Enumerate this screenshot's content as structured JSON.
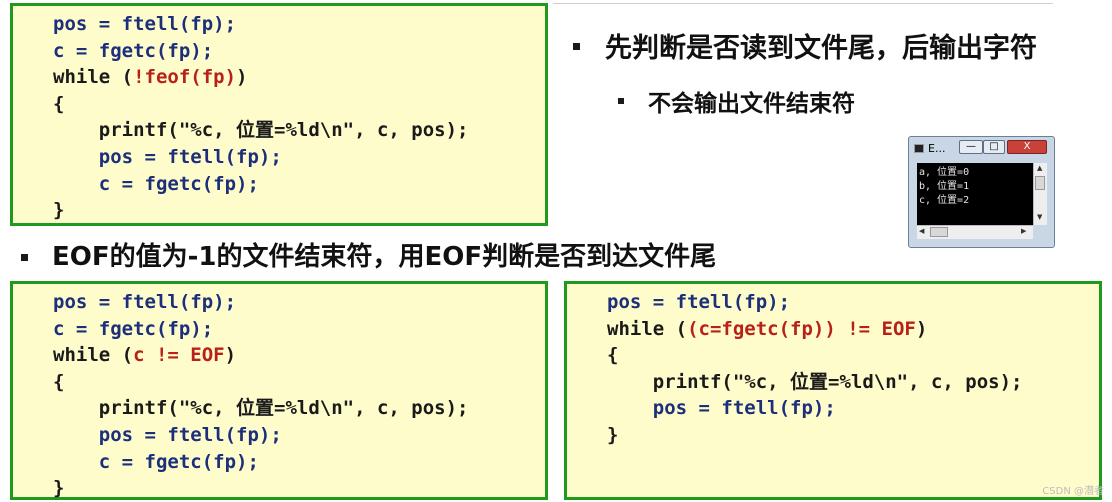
{
  "box1": {
    "lines": [
      [
        {
          "t": "pos = ftell(fp);",
          "c": "blue"
        }
      ],
      [
        {
          "t": "c = fgetc(fp);",
          "c": "blue"
        }
      ],
      [
        {
          "t": "while (",
          "c": "blk"
        },
        {
          "t": "!feof(fp)",
          "c": "red"
        },
        {
          "t": ")",
          "c": "blk"
        }
      ],
      [
        {
          "t": "{",
          "c": "blk"
        }
      ],
      [
        {
          "t": "    printf(\"%c, 位置=%ld\\n\", c, pos);",
          "c": "blk"
        }
      ],
      [
        {
          "t": "    pos = ftell(fp);",
          "c": "blue"
        }
      ],
      [
        {
          "t": "    c = fgetc(fp);",
          "c": "blue"
        }
      ],
      [
        {
          "t": "}",
          "c": "blk"
        }
      ]
    ]
  },
  "box2": {
    "lines": [
      [
        {
          "t": "pos = ftell(fp);",
          "c": "blue"
        }
      ],
      [
        {
          "t": "c = fgetc(fp);",
          "c": "blue"
        }
      ],
      [
        {
          "t": "while (",
          "c": "blk"
        },
        {
          "t": "c != EOF",
          "c": "red"
        },
        {
          "t": ")",
          "c": "blk"
        }
      ],
      [
        {
          "t": "{",
          "c": "blk"
        }
      ],
      [
        {
          "t": "    printf(\"%c, 位置=%ld\\n\", c, pos);",
          "c": "blk"
        }
      ],
      [
        {
          "t": "    pos = ftell(fp);",
          "c": "blue"
        }
      ],
      [
        {
          "t": "    c = fgetc(fp);",
          "c": "blue"
        }
      ],
      [
        {
          "t": "}",
          "c": "blk"
        }
      ]
    ]
  },
  "box3": {
    "lines": [
      [
        {
          "t": "pos = ftell(fp);",
          "c": "blue"
        }
      ],
      [
        {
          "t": "while (",
          "c": "blk"
        },
        {
          "t": "(c=fgetc(fp)) != EOF",
          "c": "red"
        },
        {
          "t": ")",
          "c": "blk"
        }
      ],
      [
        {
          "t": "{",
          "c": "blk"
        }
      ],
      [
        {
          "t": "    printf(\"%c, 位置=%ld\\n\", c, pos);",
          "c": "blk"
        }
      ],
      [
        {
          "t": "    pos = ftell(fp);",
          "c": "blue"
        }
      ],
      [
        {
          "t": "}",
          "c": "blk"
        }
      ]
    ]
  },
  "bullets": {
    "main": "先判断是否读到文件尾，后输出字符",
    "sub": "不会输出文件结束符",
    "eof": "EOF的值为-1的文件结束符，用EOF判断是否到达文件尾"
  },
  "console": {
    "title": "E...",
    "minimize": "—",
    "maximize": "□",
    "close": "X",
    "output": [
      "a, 位置=0",
      "b, 位置=1",
      "c, 位置=2"
    ]
  },
  "watermark": "CSDN @潜者"
}
